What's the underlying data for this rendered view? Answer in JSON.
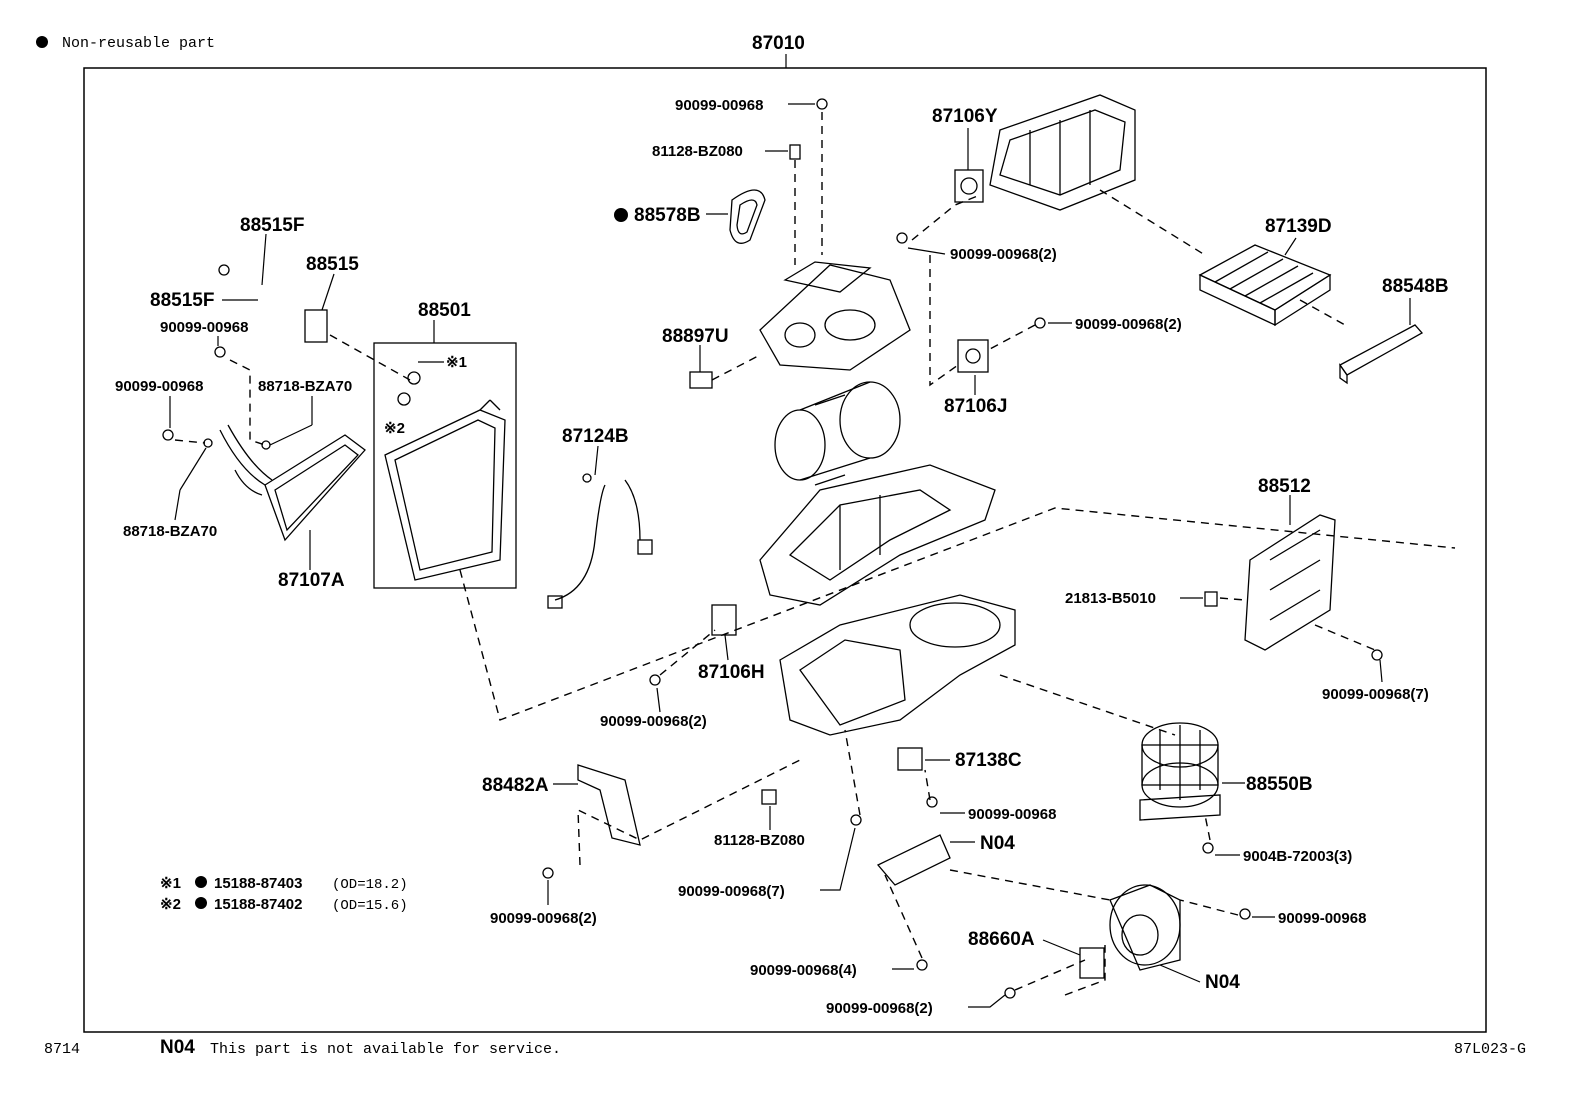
{
  "legend": {
    "non_reusable_symbol": "●",
    "non_reusable_text": "Non-reusable part"
  },
  "assembly_number": "87010",
  "footer": {
    "figure_number": "8714",
    "n04_code": "N04",
    "n04_text": "This part is not available for service.",
    "diagram_code": "87L023-G"
  },
  "notes": [
    {
      "mark": "※1",
      "bullet": "●",
      "part": "15188-87403",
      "spec": "(OD=18.2)"
    },
    {
      "mark": "※2",
      "bullet": "●",
      "part": "15188-87402",
      "spec": "(OD=15.6)"
    }
  ],
  "marks": {
    "m1": "※1",
    "m2": "※2"
  },
  "callouts": {
    "p90099_top": "90099-00968",
    "p81128_top": "81128-BZ080",
    "p88578B": "88578B",
    "p88578B_bullet": "●",
    "p87106Y": "87106Y",
    "p90099_2a": "90099-00968(2)",
    "p87139D": "87139D",
    "p88548B": "88548B",
    "p90099_2b": "90099-00968(2)",
    "p87106J": "87106J",
    "p88897U": "88897U",
    "p88515F_a": "88515F",
    "p88515": "88515",
    "p88515F_b": "88515F",
    "p90099_left1": "90099-00968",
    "p88501": "88501",
    "p90099_left2": "90099-00968",
    "p88718_a": "88718-BZA70",
    "p88718_b": "88718-BZA70",
    "p87107A": "87107A",
    "p87124B": "87124B",
    "p88512": "88512",
    "p21813": "21813-B5010",
    "p90099_7a": "90099-00968(7)",
    "p87106H": "87106H",
    "p90099_2c": "90099-00968(2)",
    "p87138C": "87138C",
    "p90099_mid": "90099-00968",
    "p88550B": "88550B",
    "p9004B": "9004B-72003(3)",
    "p88482A": "88482A",
    "p81128_bot": "81128-BZ080",
    "p90099_7b": "90099-00968(7)",
    "p90099_2d": "90099-00968(2)",
    "pN04_a": "N04",
    "p90099_right": "90099-00968",
    "p88660A": "88660A",
    "pN04_b": "N04",
    "p90099_4": "90099-00968(4)",
    "p90099_2e": "90099-00968(2)"
  }
}
